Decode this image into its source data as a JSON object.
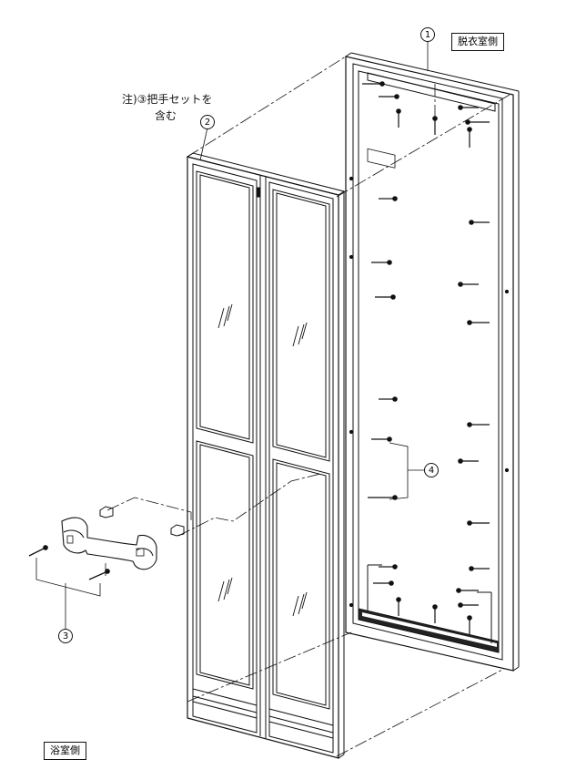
{
  "labels": {
    "dressing_room": "脱衣室側",
    "bathroom": "浴室側",
    "note_line1": "注)③把手セットを",
    "note_line2": "含む"
  },
  "callouts": {
    "frame": "1",
    "door": "2",
    "handle_set": "3",
    "screws": "4"
  }
}
